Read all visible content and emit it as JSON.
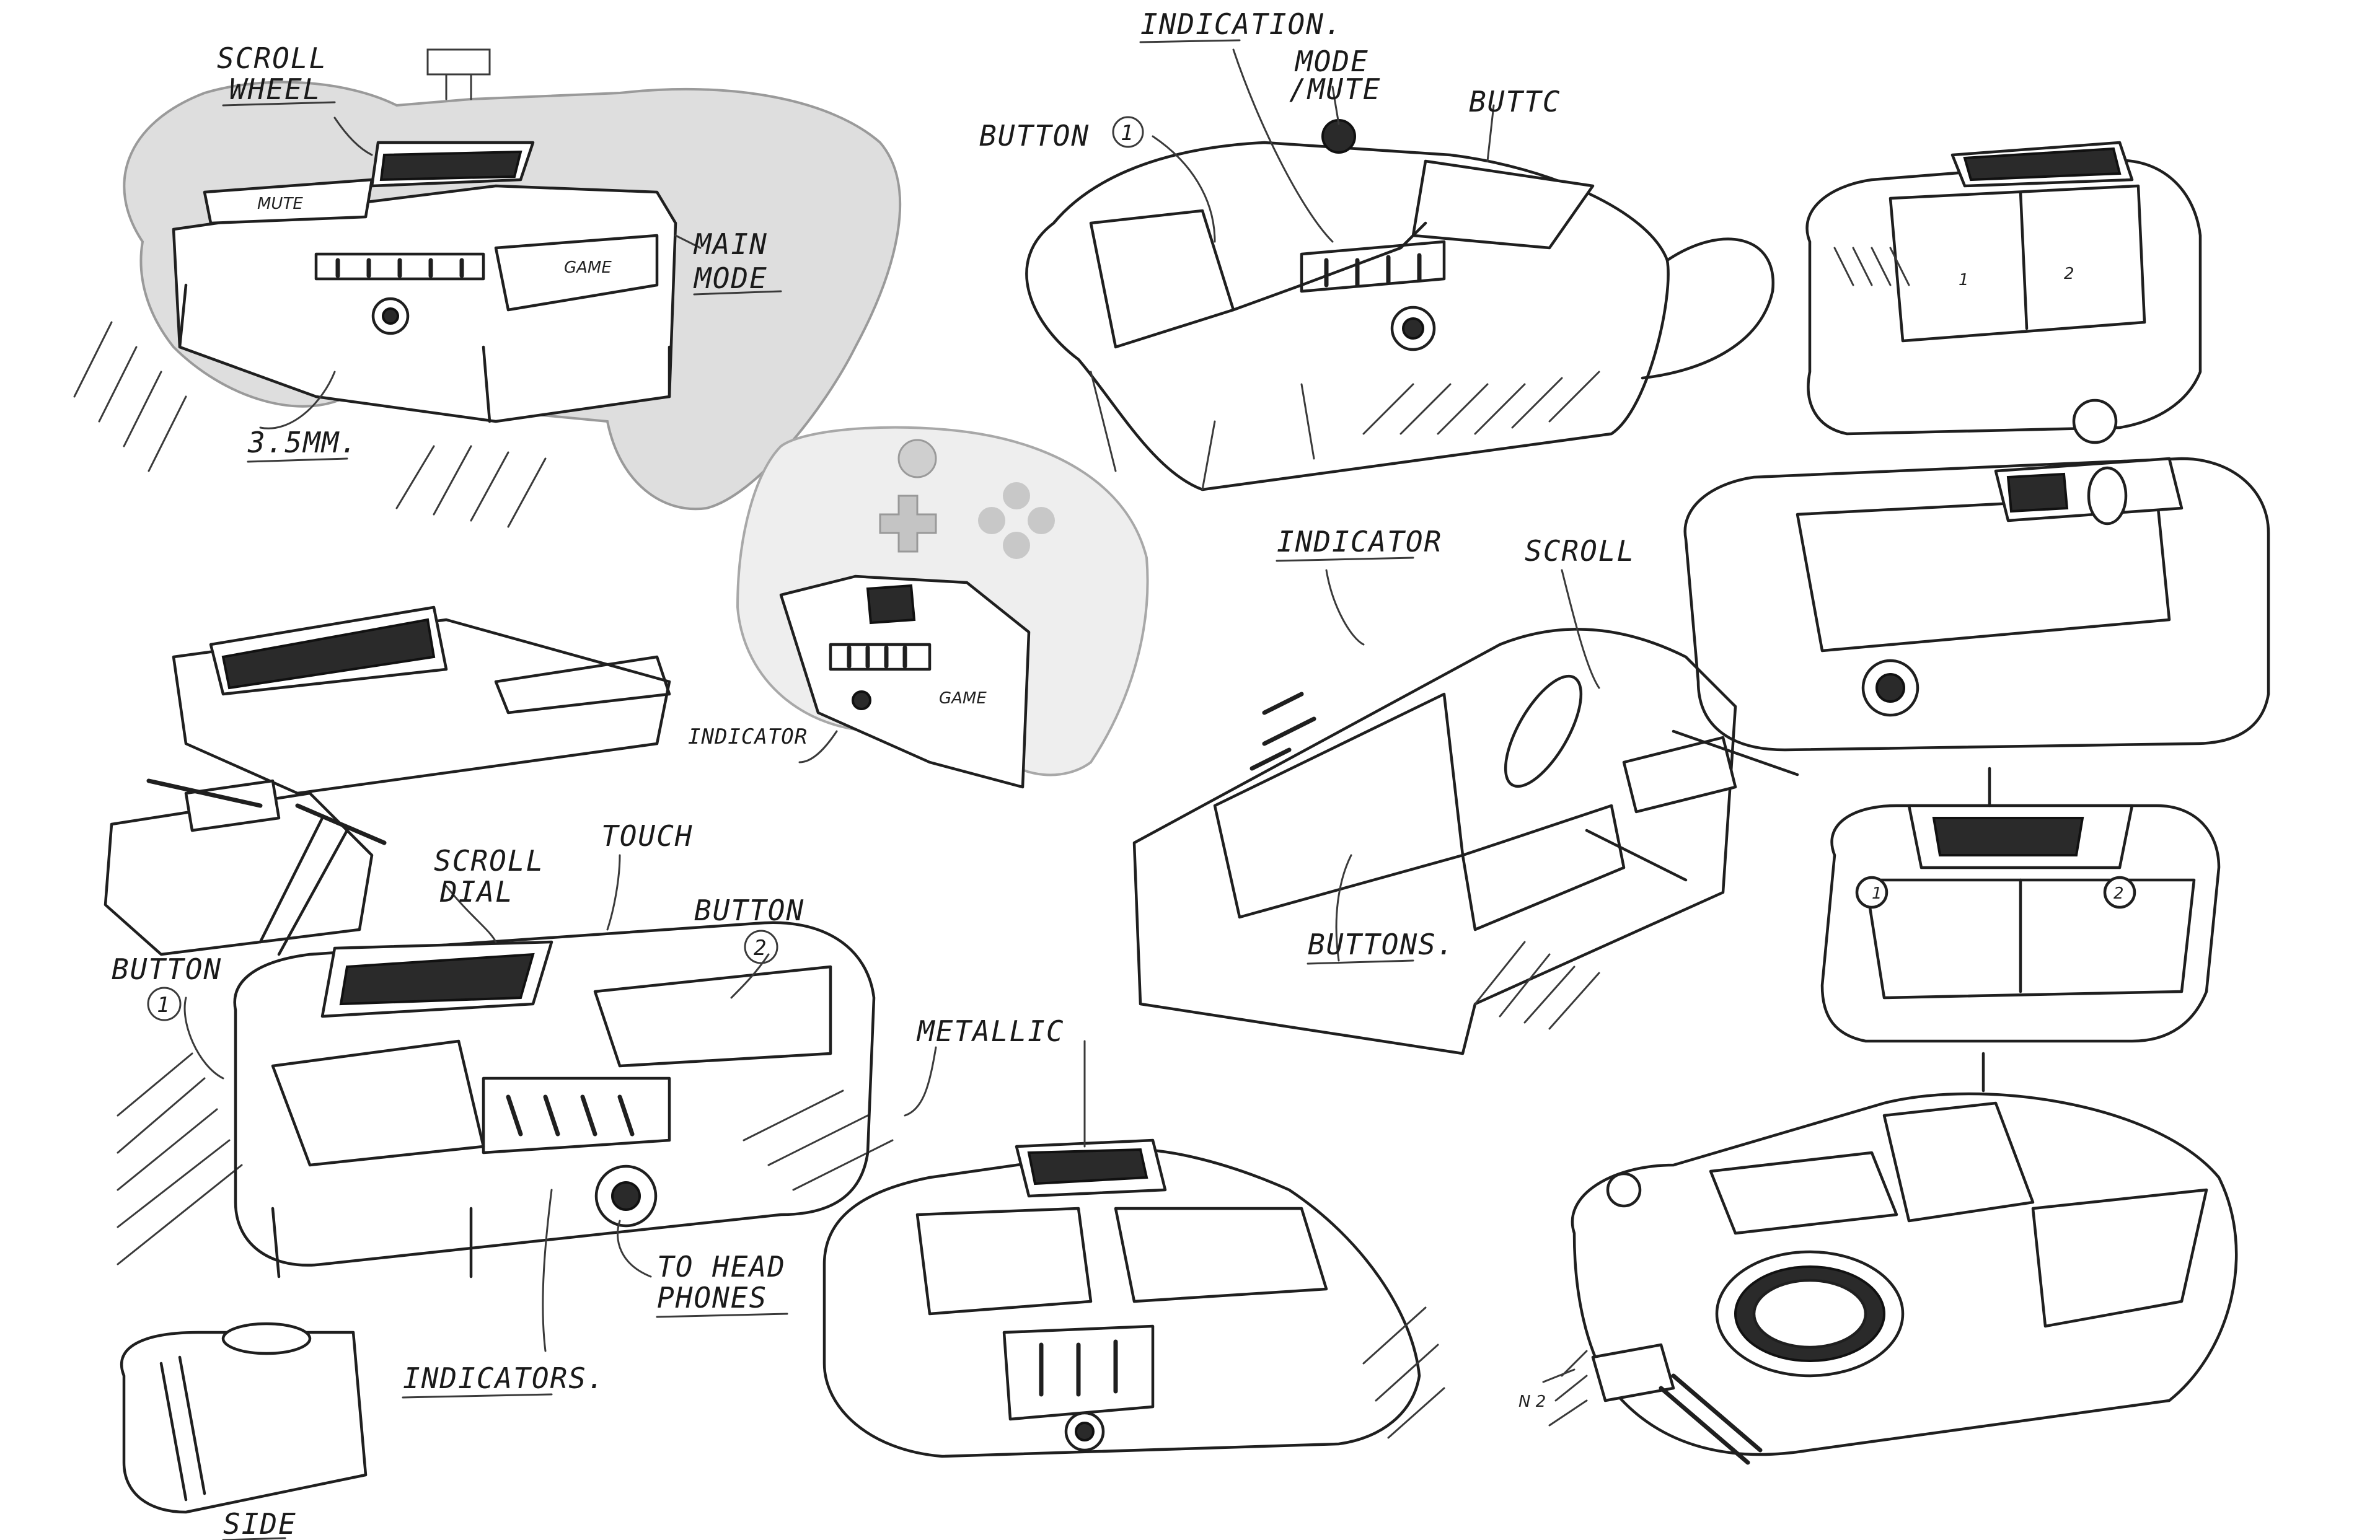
{
  "annotations": {
    "scroll_wheel_1": "SCROLL",
    "scroll_wheel_2": "WHEEL",
    "main_mode_1": "MAIN",
    "main_mode_2": "MODE",
    "jack": "3.5MM.",
    "indication": "INDICATION.",
    "mode_mute_1": "MODE",
    "mode_mute_2": "/MUTE",
    "button_1_top": "BUTTON",
    "button_1_top_num": "1",
    "button_top_right": "BUTTC",
    "indicator_mid": "INDICATOR",
    "indicator_right": "INDICATOR",
    "scroll_right": "SCROLL",
    "buttons_right": "BUTTONS.",
    "scroll_dial_1": "SCROLL",
    "scroll_dial_2": "DIAL",
    "touch": "TOUCH",
    "button_2_left": "BUTTON",
    "button_2_num": "2",
    "button_1_left": "BUTTON",
    "button_1_num": "1",
    "metallic": "METALLIC",
    "to_headphones_1": "TO HEAD",
    "to_headphones_2": "PHONES",
    "indicators": "INDICATORS.",
    "side": "SIDE",
    "key_mute": "MUTE",
    "key_game": "GAME",
    "key_game_small": "GAME",
    "key_1": "1",
    "key_2": "2",
    "key_c1": "1",
    "key_c2": "2",
    "key_n2": "N 2"
  }
}
